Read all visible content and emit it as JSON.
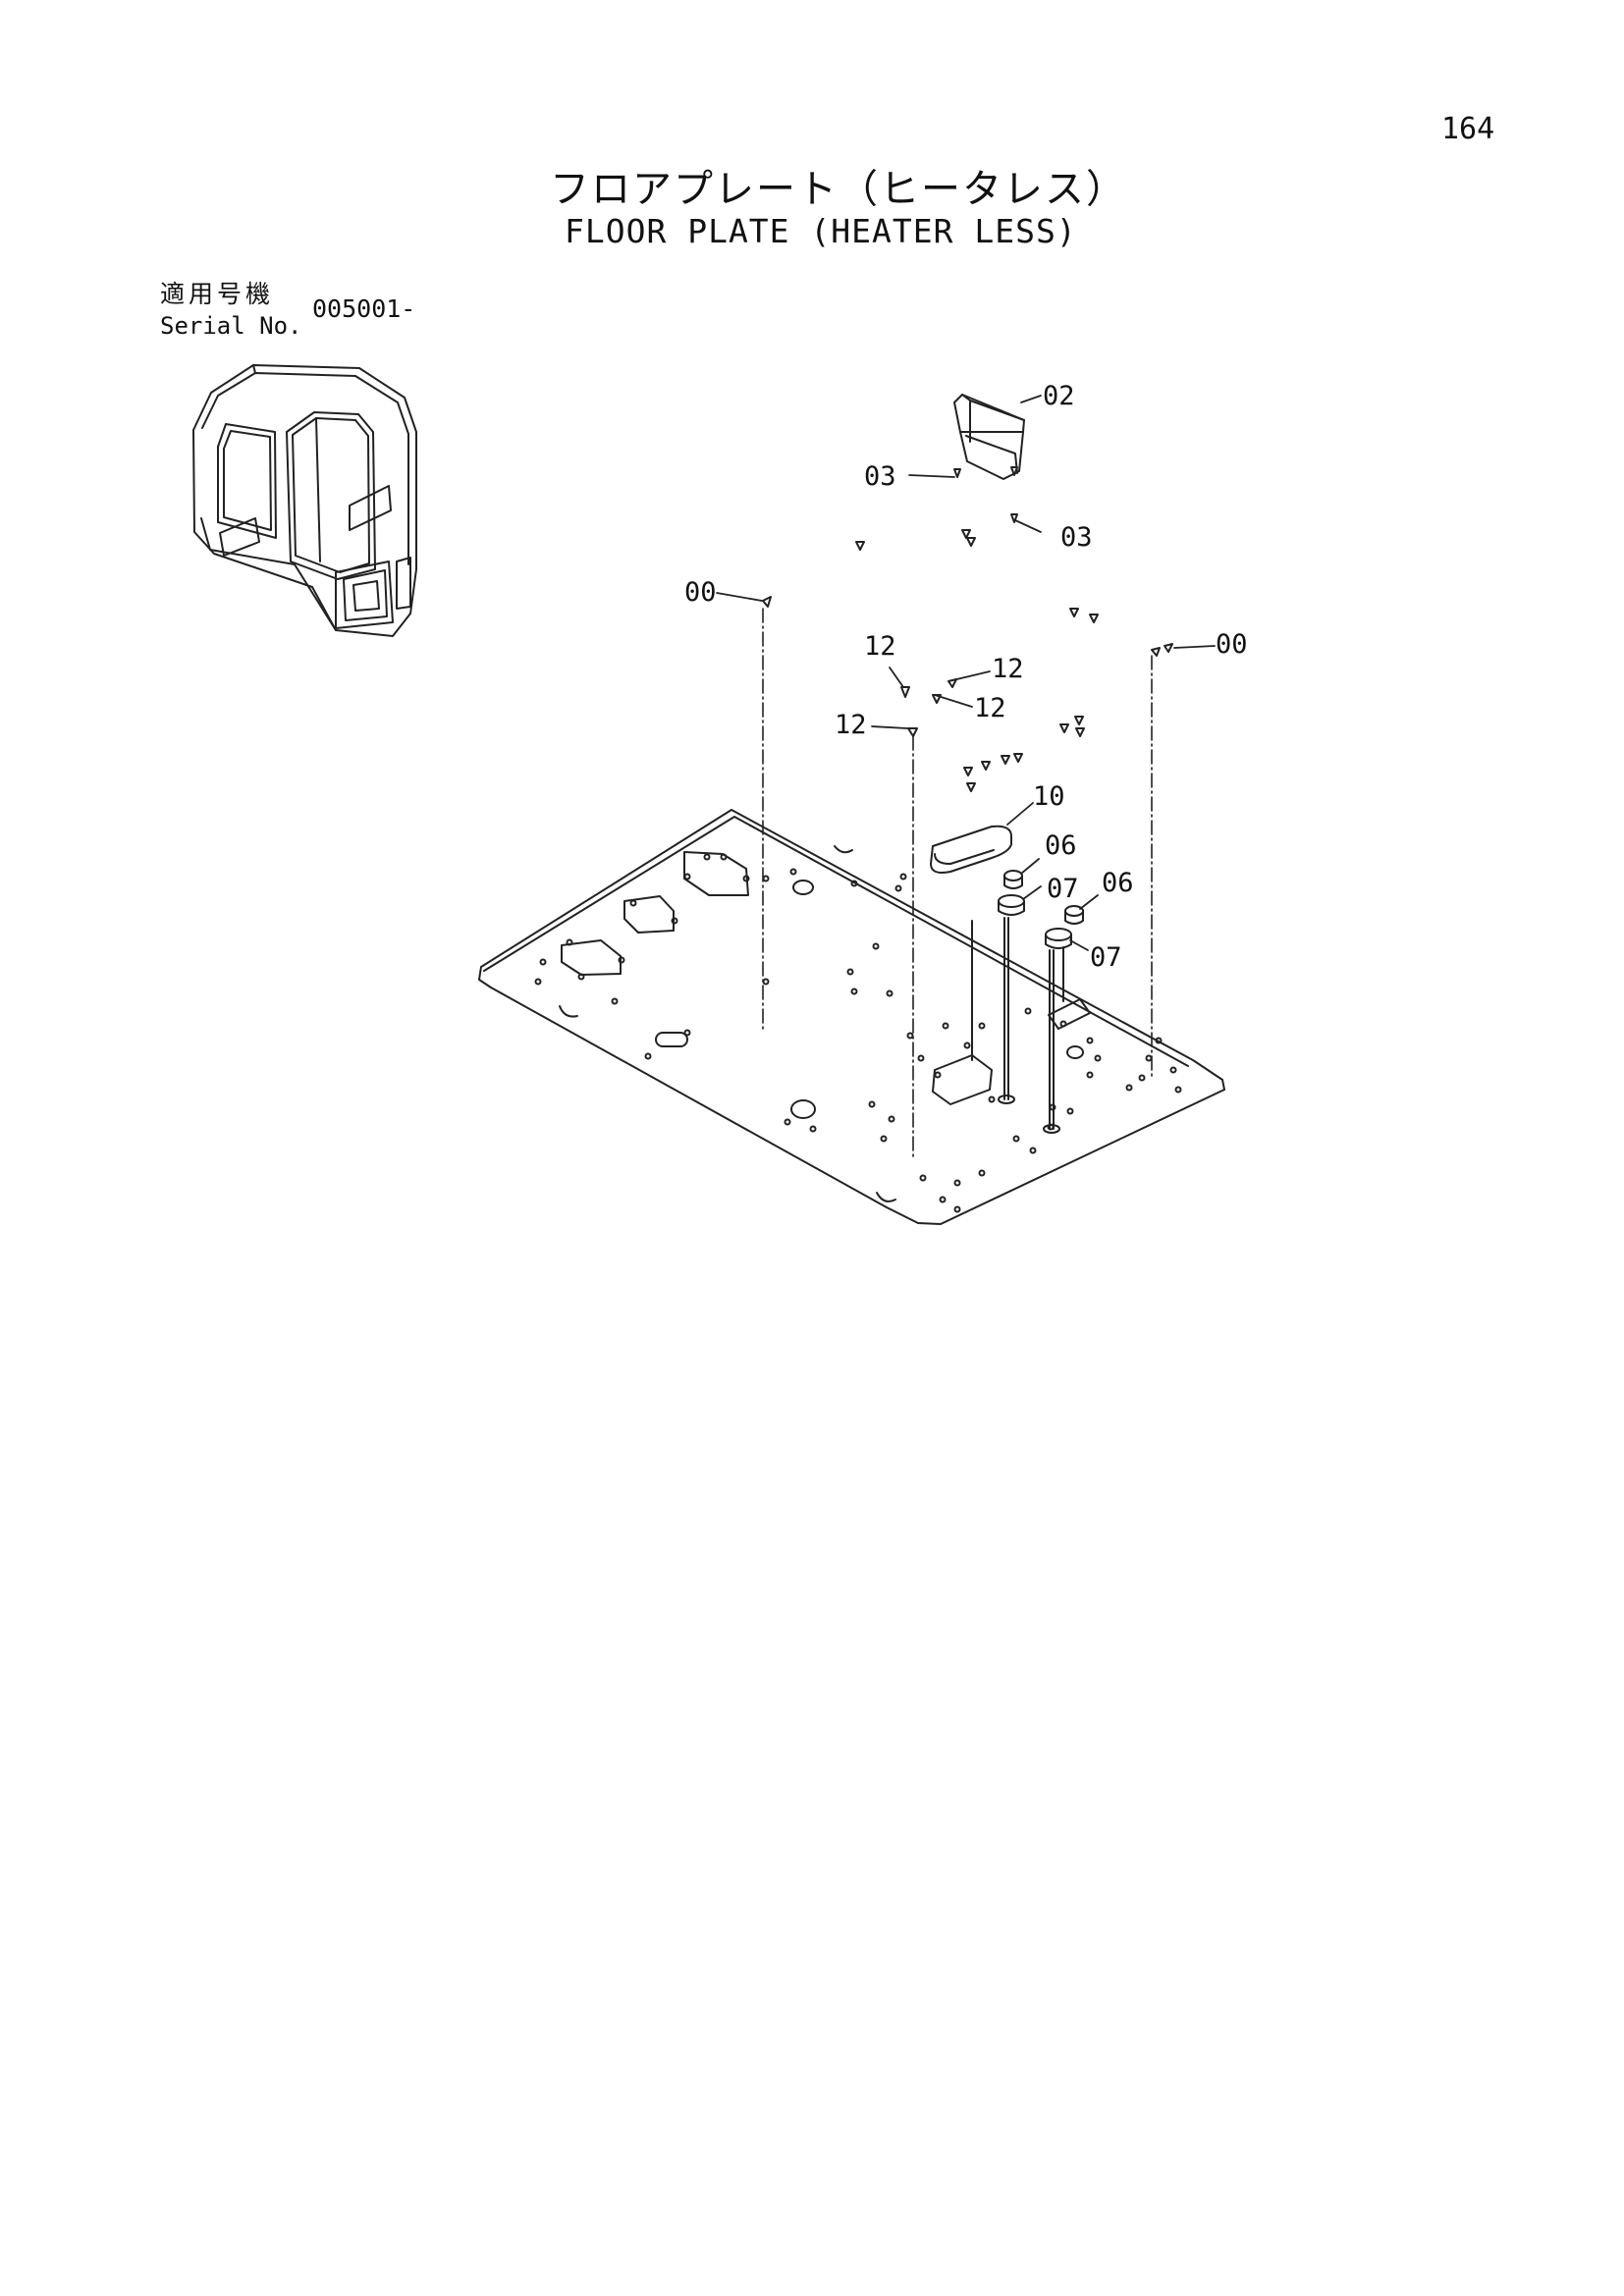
{
  "page": {
    "number": "164"
  },
  "title": {
    "japanese": "フロアプレート（ヒータレス）",
    "english": "FLOOR PLATE (HEATER LESS)"
  },
  "serial": {
    "label_jp": "適用号機",
    "label_en": "Serial No.",
    "value": "005001-"
  },
  "callouts": {
    "c02": "02",
    "c03a": "03",
    "c03b": "03",
    "c00a": "00",
    "c00b": "00",
    "c12a": "12",
    "c12b": "12",
    "c12c": "12",
    "c12d": "12",
    "c10": "10",
    "c06a": "06",
    "c07a": "07",
    "c06b": "06",
    "c07b": "07"
  }
}
